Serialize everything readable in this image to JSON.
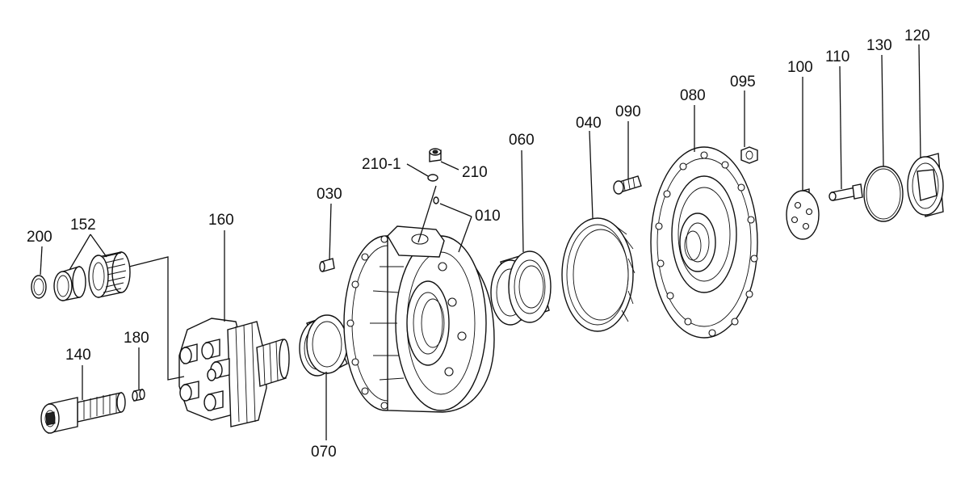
{
  "diagram": {
    "callouts": {
      "c010": "010",
      "c030": "030",
      "c040": "040",
      "c060": "060",
      "c070": "070",
      "c080": "080",
      "c090": "090",
      "c095": "095",
      "c100": "100",
      "c110": "110",
      "c120": "120",
      "c130": "130",
      "c140": "140",
      "c152": "152",
      "c160": "160",
      "c180": "180",
      "c200": "200",
      "c210": "210",
      "c210_1": "210-1"
    }
  }
}
